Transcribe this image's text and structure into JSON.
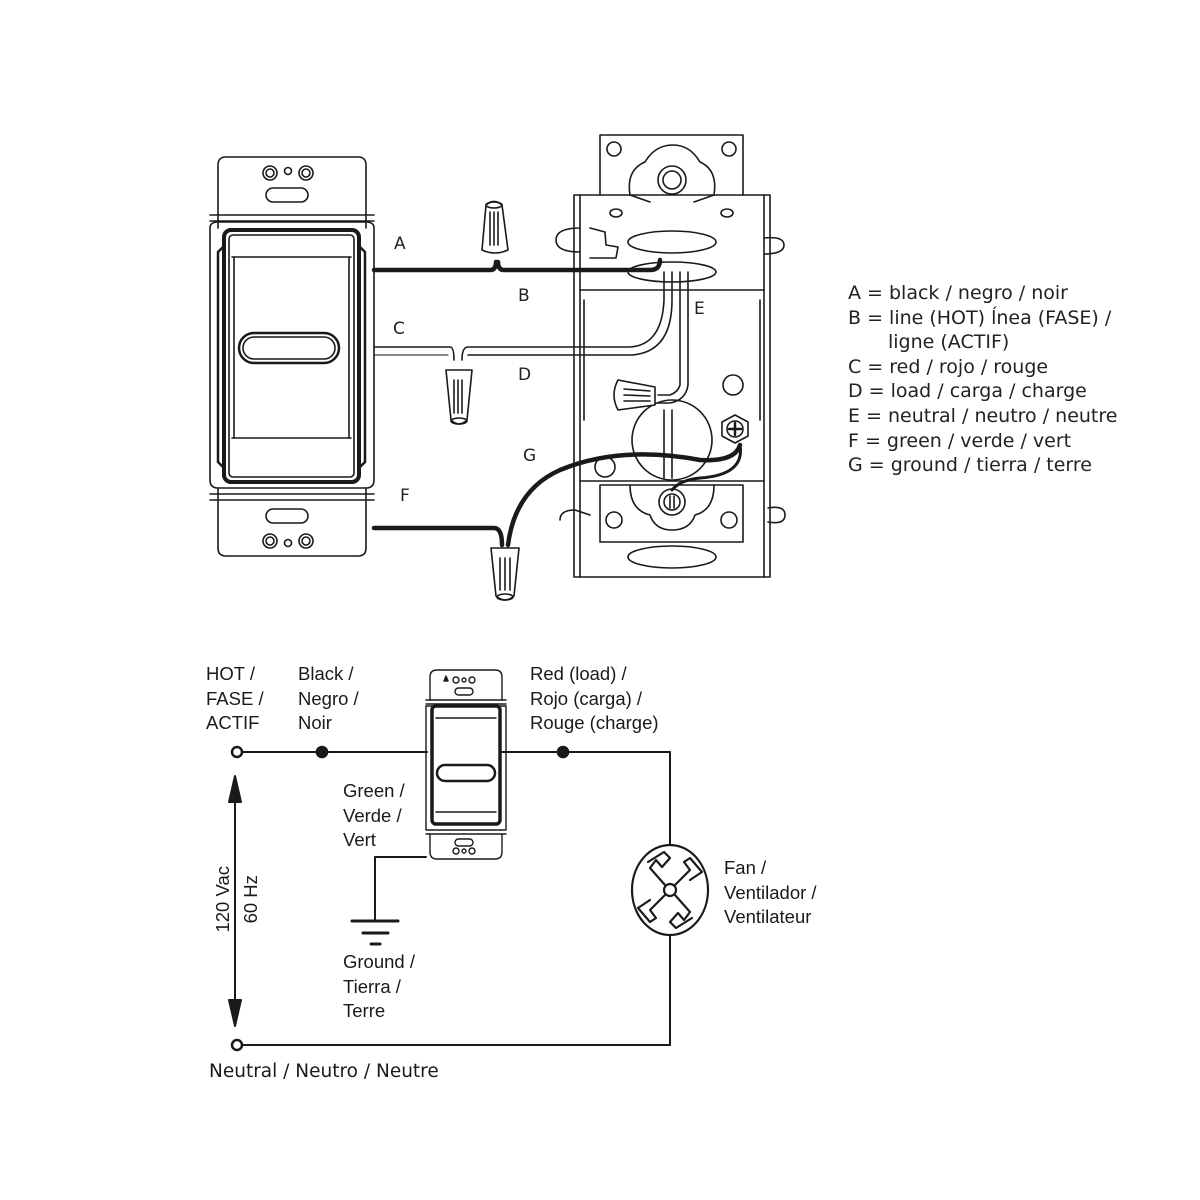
{
  "top_diagram": {
    "wire_letters": {
      "A": "A",
      "B": "B",
      "C": "C",
      "D": "D",
      "E": "E",
      "F": "F",
      "G": "G"
    },
    "legend": [
      {
        "key": "A",
        "text": "A = black / negro / noir"
      },
      {
        "key": "B",
        "text": "B = line (HOT) ĺnea (FASE) /"
      },
      {
        "key": "B2",
        "text": "ligne (ACTIF)"
      },
      {
        "key": "C",
        "text": "C = red / rojo / rouge"
      },
      {
        "key": "D",
        "text": "D = load / carga / charge"
      },
      {
        "key": "E",
        "text": "E = neutral / neutro / neutre"
      },
      {
        "key": "F",
        "text": "F = green / verde / vert"
      },
      {
        "key": "G",
        "text": "G = ground / tierra / terre"
      }
    ]
  },
  "schematic": {
    "hot_label": [
      "HOT /",
      "FASE /",
      "ACTIF"
    ],
    "black_label": [
      "Black /",
      "Negro /",
      "Noir"
    ],
    "red_label": [
      "Red (load) /",
      "Rojo (carga) /",
      "Rouge (charge)"
    ],
    "green_label": [
      "Green /",
      "Verde /",
      "Vert"
    ],
    "ground_label": [
      "Ground /",
      "Tierra /",
      "Terre"
    ],
    "fan_label": [
      "Fan /",
      "Ventilador /",
      "Ventilateur"
    ],
    "voltage": "120 Vac",
    "frequency": "60 Hz",
    "neutral_label": "Neutral / Neutro / Neutre"
  },
  "colors": {
    "line": "#1a1a1a",
    "background": "#ffffff"
  }
}
